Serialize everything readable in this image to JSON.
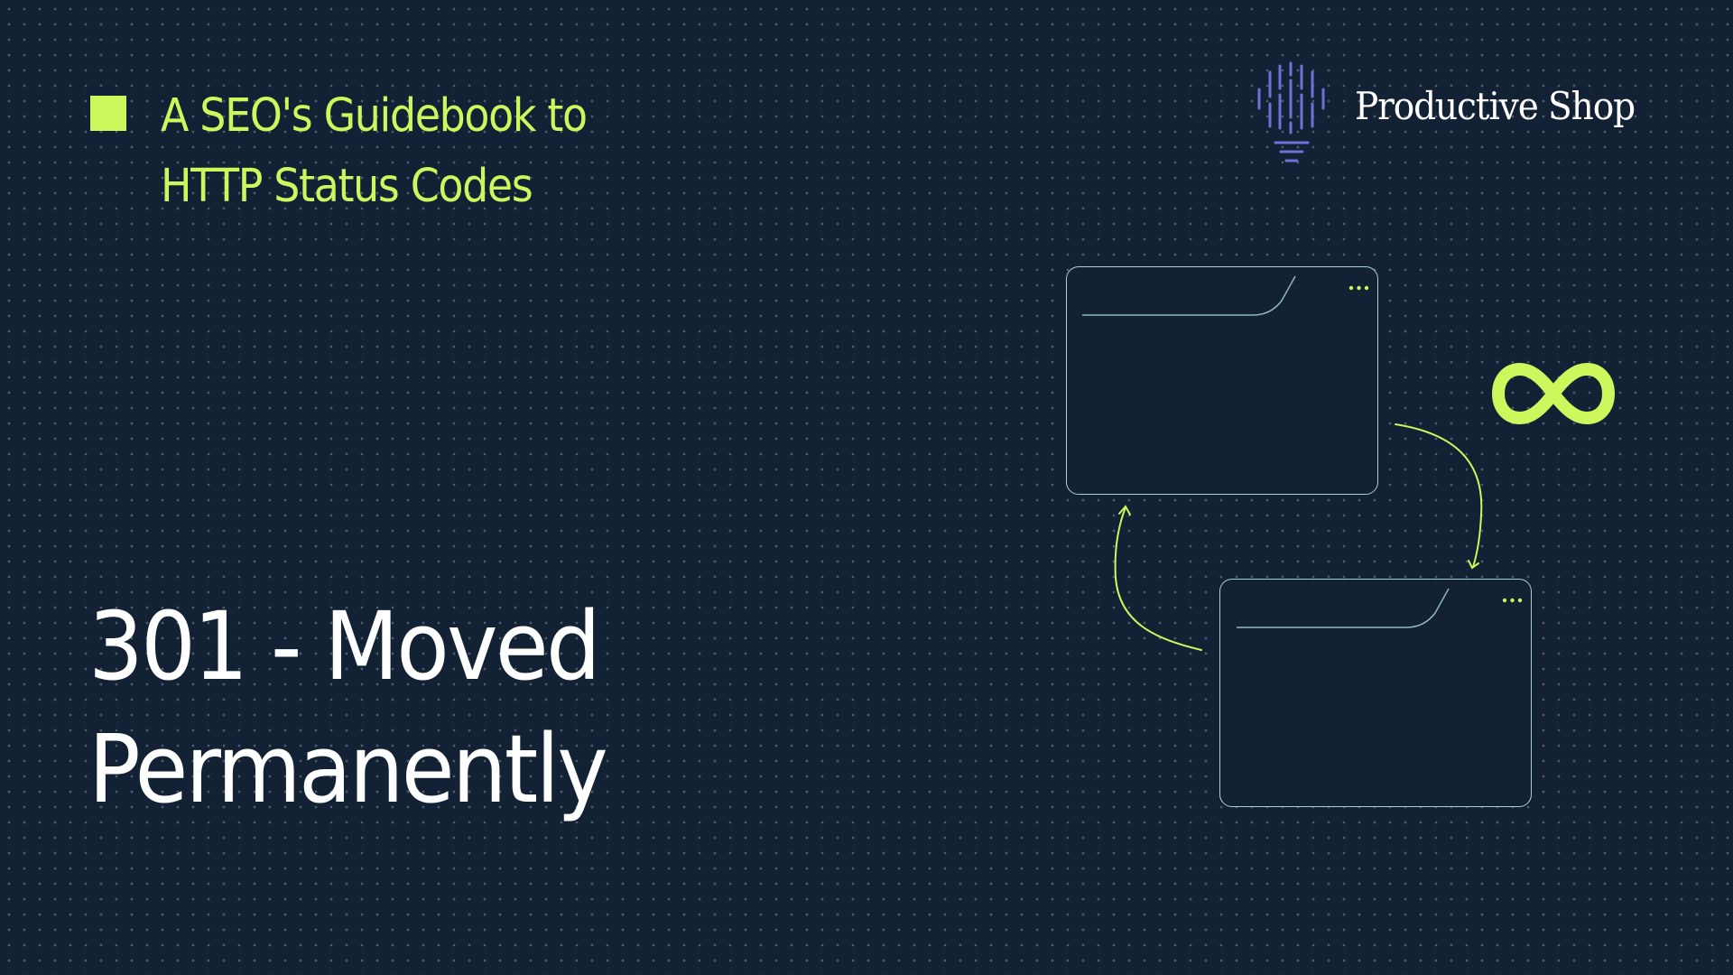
{
  "heading": {
    "lines": [
      "A SEO's Guidebook to",
      "HTTP Status Codes"
    ]
  },
  "title": {
    "lines": [
      "301 - Moved",
      "Permanently"
    ]
  },
  "brand": {
    "name": "Productive Shop",
    "logo_icon": "lightbulb-lines-icon"
  },
  "illustration": {
    "windows": [
      {
        "name": "source-page",
        "menu_icon": "ellipsis-icon"
      },
      {
        "name": "destination-page",
        "menu_icon": "ellipsis-icon"
      }
    ],
    "arrows": [
      "redirect-forward-arrow",
      "redirect-back-arrow"
    ],
    "badge_icon": "infinity-icon"
  },
  "colors": {
    "background": "#132134",
    "accent": "#cdf75c",
    "logo": "#6b74d6",
    "window_border": "#a6d2d8",
    "text": "#ffffff",
    "grid_dot": "#4d5d6d"
  }
}
